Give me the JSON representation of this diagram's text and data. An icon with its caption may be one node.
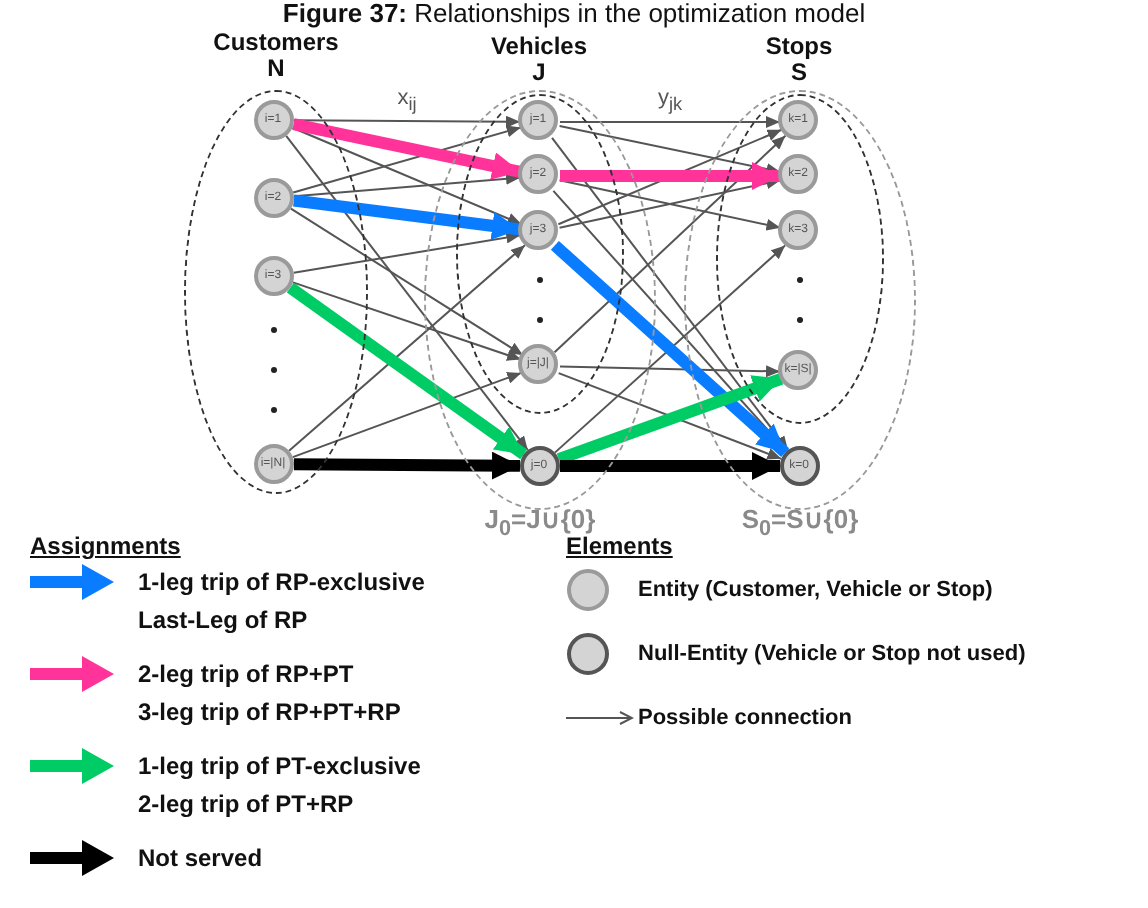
{
  "diagram": {
    "title": "**Figure 37:** Relationships in the optimization model",
    "nodes": [
      {
        "text": [
          "Customers",
          "N"
        ]
      },
      {
        "text": [
          "i=1"
        ],
        "in": 0
      },
      {
        "text": [
          "i=2"
        ],
        "in": 0
      },
      {
        "text": [
          "i=3"
        ],
        "in": 0
      },
      {
        "text": [
          "i=|N|"
        ],
        "in": 0
      },
      {
        "text": [
          "J$_{0}$=J∪{0}"
        ]
      },
      {
        "text": [
          "Vehicles",
          "J"
        ],
        "in": 5
      },
      {
        "text": [
          "j=1"
        ],
        "in": 6
      },
      {
        "text": [
          "j=2"
        ],
        "in": 6
      },
      {
        "text": [
          "j=3"
        ],
        "in": 6
      },
      {
        "text": [
          "j=|J|"
        ],
        "in": 6
      },
      {
        "text": [
          "j=0"
        ],
        "in": 5
      },
      {
        "text": [
          "S$_{0}$=S∪{0}"
        ]
      },
      {
        "text": [
          "Stops",
          "S"
        ],
        "in": 12
      },
      {
        "text": [
          "k=1"
        ],
        "in": 13
      },
      {
        "text": [
          "k=2"
        ],
        "in": 13
      },
      {
        "text": [
          "k=3"
        ],
        "in": 13
      },
      {
        "text": [
          "k=|S|"
        ],
        "in": 13
      },
      {
        "text": [
          "k=0"
        ],
        "in": 12
      }
    ],
    "edges": [
      {
        "from": 1,
        "to": 7,
        "arrow": "to",
        "label": "x$_{ij}$"
      },
      {
        "from": 1,
        "to": 8,
        "arrow": "to",
        "style": "thick",
        "color": "#ff3399"
      },
      {
        "from": 1,
        "to": 9,
        "arrow": "to"
      },
      {
        "from": 1,
        "to": 11,
        "arrow": "to"
      },
      {
        "from": 2,
        "to": 7,
        "arrow": "to"
      },
      {
        "from": 2,
        "to": 8,
        "arrow": "to"
      },
      {
        "from": 2,
        "to": 9,
        "arrow": "to",
        "style": "thick",
        "color": "#0a7cff"
      },
      {
        "from": 2,
        "to": 10,
        "arrow": "to"
      },
      {
        "from": 3,
        "to": 9,
        "arrow": "to"
      },
      {
        "from": 3,
        "to": 10,
        "arrow": "to"
      },
      {
        "from": 3,
        "to": 11,
        "arrow": "to",
        "style": "thick",
        "color": "#00cc66"
      },
      {
        "from": 4,
        "to": 9,
        "arrow": "to"
      },
      {
        "from": 4,
        "to": 10,
        "arrow": "to"
      },
      {
        "from": 4,
        "to": 11,
        "arrow": "to",
        "style": "thick",
        "color": "#000000"
      },
      {
        "from": 7,
        "to": 14,
        "arrow": "to",
        "label": "y$_{jk}$"
      },
      {
        "from": 7,
        "to": 15,
        "arrow": "to"
      },
      {
        "from": 7,
        "to": 18,
        "arrow": "to"
      },
      {
        "from": 8,
        "to": 15,
        "arrow": "to",
        "style": "thick",
        "color": "#ff3399"
      },
      {
        "from": 8,
        "to": 16,
        "arrow": "to"
      },
      {
        "from": 8,
        "to": 18,
        "arrow": "to"
      },
      {
        "from": 9,
        "to": 14,
        "arrow": "to"
      },
      {
        "from": 9,
        "to": 15,
        "arrow": "to"
      },
      {
        "from": 9,
        "to": 18,
        "arrow": "to",
        "style": "thick",
        "color": "#0a7cff"
      },
      {
        "from": 10,
        "to": 14,
        "arrow": "to"
      },
      {
        "from": 10,
        "to": 17,
        "arrow": "to"
      },
      {
        "from": 10,
        "to": 18,
        "arrow": "to"
      },
      {
        "from": 11,
        "to": 16,
        "arrow": "to"
      },
      {
        "from": 11,
        "to": 17,
        "arrow": "to",
        "style": "thick",
        "color": "#00cc66"
      },
      {
        "from": 11,
        "to": 18,
        "arrow": "to",
        "style": "thick",
        "color": "#000000"
      }
    ],
    "labels": [
      "Assignments",
      "Elements"
    ],
    "legend": [
      {
        "text": "1-leg trip of RP-exclusive",
        "color": "#0a7cff"
      },
      {
        "text": "Last-Leg of RP",
        "color": "#0a7cff"
      },
      {
        "text": "2-leg trip of RP+PT",
        "color": "#ff3399"
      },
      {
        "text": "3-leg trip of RP+PT+RP",
        "color": "#ff3399"
      },
      {
        "text": "1-leg trip of PT-exclusive",
        "color": "#00cc66"
      },
      {
        "text": "2-leg trip of PT+RP",
        "color": "#00cc66"
      },
      {
        "text": "Not served",
        "color": "#000000"
      },
      {
        "text": "Entity (Customer, Vehicle or Stop)"
      },
      {
        "text": "Null-Entity (Vehicle or Stop not used)"
      },
      {
        "text": "Possible connection"
      }
    ]
  }
}
